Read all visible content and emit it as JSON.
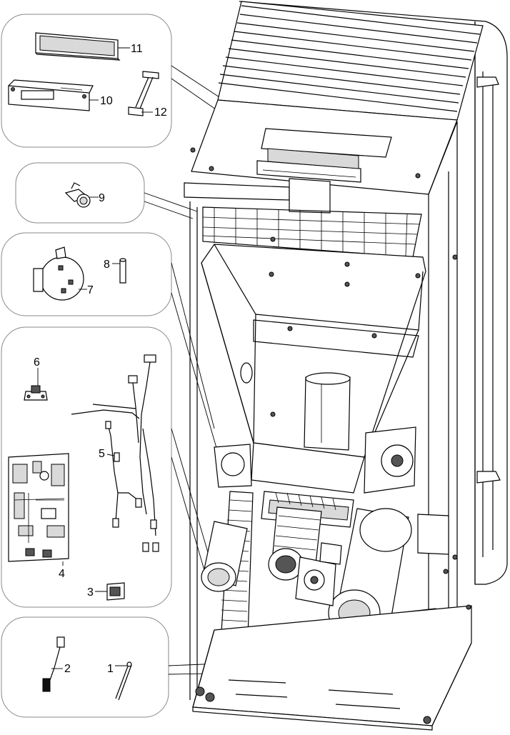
{
  "diagram": {
    "callouts": [
      {
        "id": "c1",
        "label": "1"
      },
      {
        "id": "c2",
        "label": "2"
      },
      {
        "id": "c3",
        "label": "3"
      },
      {
        "id": "c4",
        "label": "4"
      },
      {
        "id": "c5",
        "label": "5"
      },
      {
        "id": "c6",
        "label": "6"
      },
      {
        "id": "c7",
        "label": "7"
      },
      {
        "id": "c8",
        "label": "8"
      },
      {
        "id": "c9",
        "label": "9"
      },
      {
        "id": "c10",
        "label": "10"
      },
      {
        "id": "c11",
        "label": "11"
      },
      {
        "id": "c12",
        "label": "12"
      }
    ],
    "colors": {
      "line": "#000000",
      "panel_border": "#888888",
      "background": "#ffffff",
      "shade": "#d9d9d9"
    }
  }
}
